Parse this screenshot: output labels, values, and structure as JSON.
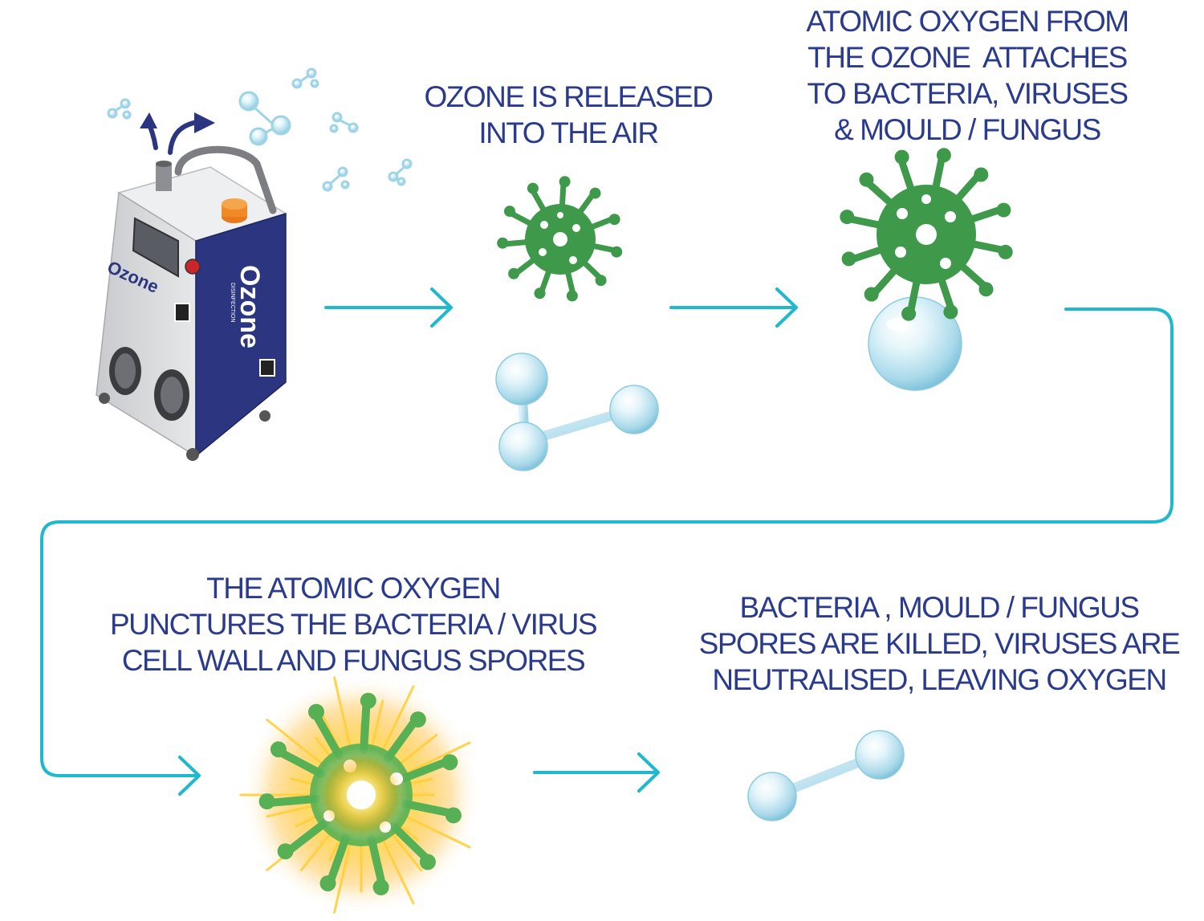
{
  "colors": {
    "caption_text": "#2a3a8c",
    "arrow": "#1fb8cc",
    "virus_green": "#3e9a4a",
    "oxygen_blue": "#bfe6f2",
    "machine_navy": "#2b3580",
    "machine_grey": "#d9dadc"
  },
  "machine": {
    "brand_side": "Ozone",
    "brand_front": "Ozone",
    "tagline": "DISINFECTION"
  },
  "steps": [
    {
      "id": "released",
      "lines": [
        "OZONE IS RELEASED",
        "INTO THE AIR"
      ]
    },
    {
      "id": "attaches",
      "lines": [
        "ATOMIC OXYGEN FROM",
        "THE OZONE  ATTACHES",
        "TO BACTERIA, VIRUSES",
        "& MOULD / FUNGUS"
      ]
    },
    {
      "id": "punctures",
      "lines": [
        "THE ATOMIC OXYGEN",
        "PUNCTURES THE BACTERIA / VIRUS",
        "CELL WALL AND FUNGUS SPORES"
      ]
    },
    {
      "id": "killed",
      "lines": [
        "BACTERIA , MOULD / FUNGUS",
        "SPORES ARE KILLED, VIRUSES ARE",
        "NEUTRALISED, LEAVING OXYGEN"
      ]
    }
  ],
  "icons": {
    "arrow": "right-arrow-icon",
    "virus": "virus-icon",
    "molecule": "oxygen-molecule-icon",
    "sphere": "oxygen-atom-icon",
    "burst": "explosion-icon",
    "machine": "ozone-generator-icon"
  }
}
